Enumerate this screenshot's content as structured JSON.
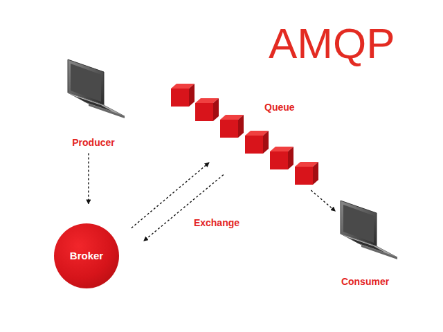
{
  "diagram": {
    "title": "AMQP",
    "nodes": [
      {
        "text": [
          "Producer"
        ]
      },
      {
        "text": [
          "Queue"
        ]
      },
      {
        "text": [
          "Broker"
        ]
      },
      {
        "text": [
          "Consumer"
        ]
      }
    ],
    "edges": [
      {
        "from": 0,
        "to": 2,
        "arrow": "to"
      },
      {
        "from": 2,
        "to": 1,
        "arrow": "to",
        "label": "Exchange"
      },
      {
        "from": 1,
        "to": 2,
        "arrow": "to"
      },
      {
        "from": 1,
        "to": 3,
        "arrow": "to"
      }
    ]
  }
}
